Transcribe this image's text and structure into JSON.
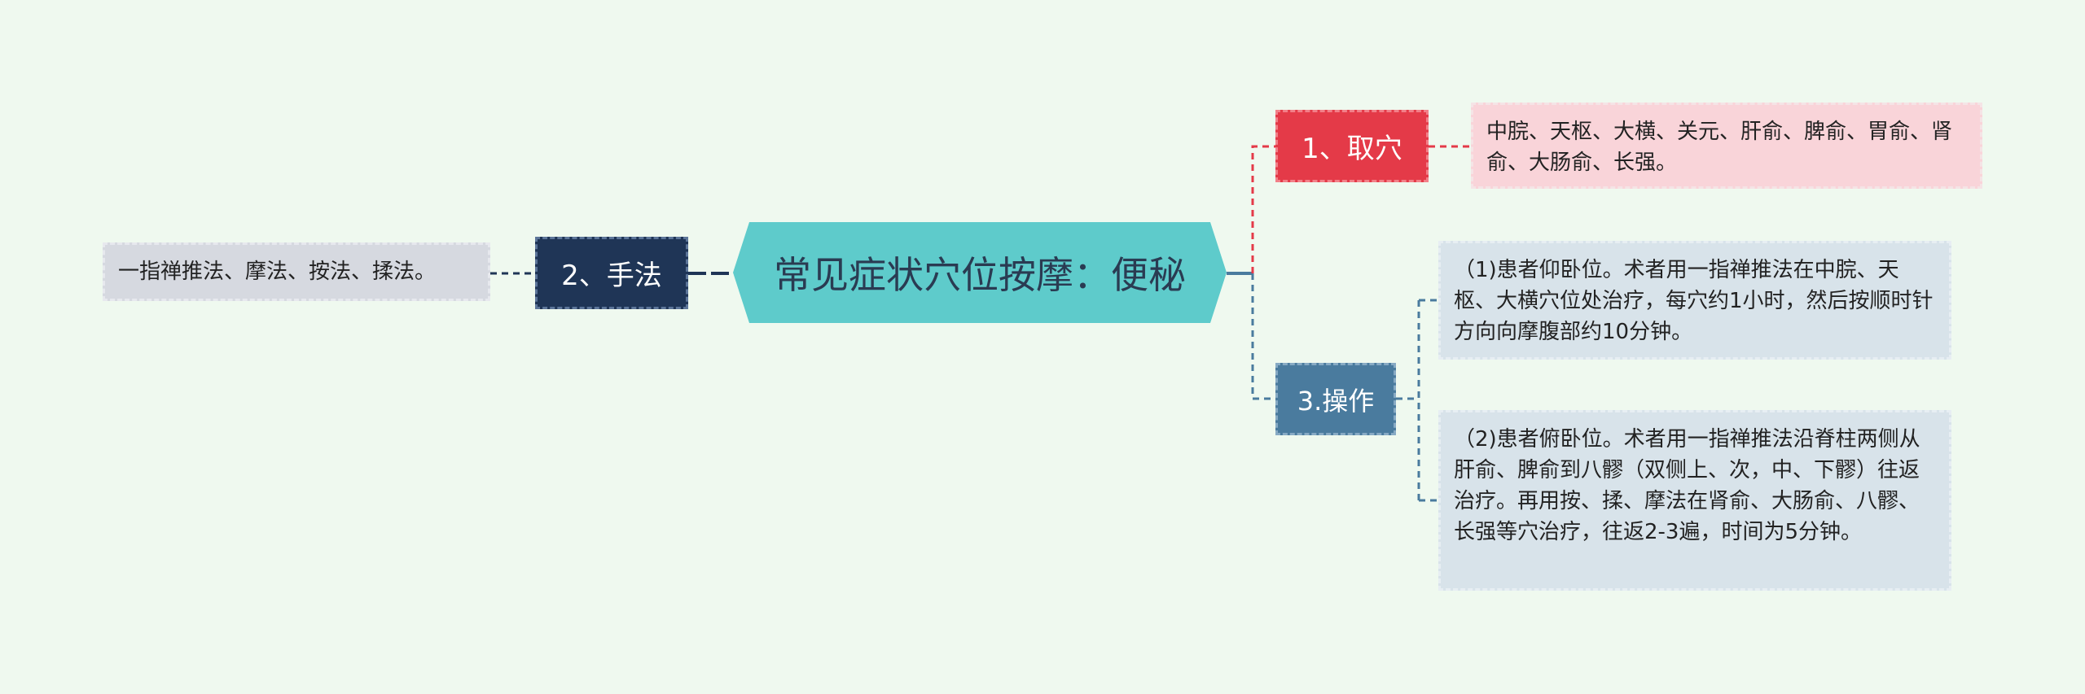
{
  "mindmap": {
    "center": {
      "label": "常见症状穴位按摩：便秘"
    },
    "branches": [
      {
        "label": "1、取穴",
        "color": "#e43a48",
        "leaves": [
          "中脘、天枢、大横、关元、肝俞、脾俞、胃俞、肾俞、大肠俞、长强。"
        ]
      },
      {
        "label": "2、手法",
        "color": "#1f3556",
        "leaves": [
          "一指禅推法、摩法、按法、揉法。"
        ]
      },
      {
        "label": "3.操作",
        "color": "#4a7b9e",
        "leaves": [
          "（1)患者仰卧位。术者用一指禅推法在中脘、天枢、大横穴位处治疗，每穴约1小时，然后按顺时针方向向摩腹部约10分钟。",
          "（2)患者俯卧位。术者用一指禅推法沿脊柱两侧从肝俞、脾俞到八髎（双侧上、次，中、下髎）往返治疗。再用按、揉、摩法在肾俞、大肠俞、八髎、长强等穴治疗，往返2-3遍，时间为5分钟。"
        ]
      }
    ],
    "center_color": "#5ecbcb"
  }
}
